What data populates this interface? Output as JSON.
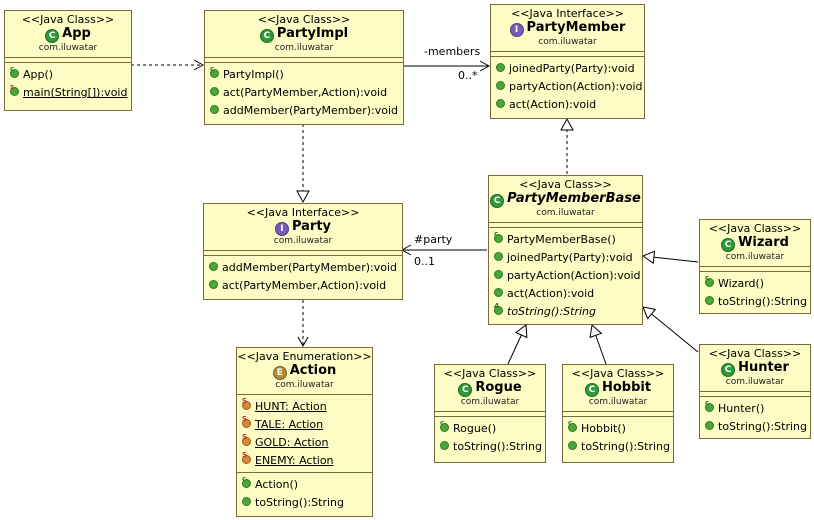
{
  "classes": {
    "app": {
      "stereotype": "<<Java Class>>",
      "name": "App",
      "package": "com.iluwatar",
      "methods": [
        "App()",
        "main(String[]):void"
      ]
    },
    "partyimpl": {
      "stereotype": "<<Java Class>>",
      "name": "PartyImpl",
      "package": "com.iluwatar",
      "methods": [
        "PartyImpl()",
        "act(PartyMember,Action):void",
        "addMember(PartyMember):void"
      ]
    },
    "partymember": {
      "stereotype": "<<Java Interface>>",
      "name": "PartyMember",
      "package": "com.iluwatar",
      "methods": [
        "joinedParty(Party):void",
        "partyAction(Action):void",
        "act(Action):void"
      ]
    },
    "party": {
      "stereotype": "<<Java Interface>>",
      "name": "Party",
      "package": "com.iluwatar",
      "methods": [
        "addMember(PartyMember):void",
        "act(PartyMember,Action):void"
      ]
    },
    "partymemberbase": {
      "stereotype": "<<Java Class>>",
      "name": "PartyMemberBase",
      "package": "com.iluwatar",
      "methods": [
        "PartyMemberBase()",
        "joinedParty(Party):void",
        "partyAction(Action):void",
        "act(Action):void",
        "toString():String"
      ]
    },
    "wizard": {
      "stereotype": "<<Java Class>>",
      "name": "Wizard",
      "package": "com.iluwatar",
      "methods": [
        "Wizard()",
        "toString():String"
      ]
    },
    "hunter": {
      "stereotype": "<<Java Class>>",
      "name": "Hunter",
      "package": "com.iluwatar",
      "methods": [
        "Hunter()",
        "toString():String"
      ]
    },
    "rogue": {
      "stereotype": "<<Java Class>>",
      "name": "Rogue",
      "package": "com.iluwatar",
      "methods": [
        "Rogue()",
        "toString():String"
      ]
    },
    "hobbit": {
      "stereotype": "<<Java Class>>",
      "name": "Hobbit",
      "package": "com.iluwatar",
      "methods": [
        "Hobbit()",
        "toString():String"
      ]
    },
    "action": {
      "stereotype": "<<Java Enumeration>>",
      "name": "Action",
      "package": "com.iluwatar",
      "fields": [
        "HUNT: Action",
        "TALE: Action",
        "GOLD: Action",
        "ENEMY: Action"
      ],
      "methods": [
        "Action()",
        "toString():String"
      ]
    }
  },
  "labels": {
    "members_role": "-members",
    "members_mult": "0..*",
    "party_role": "#party",
    "party_mult": "0..1"
  },
  "icons": {
    "class": "class-icon",
    "interface": "interface-icon",
    "enum": "enum-icon",
    "method": "public-method-icon",
    "field": "static-final-field-icon"
  },
  "colors": {
    "box_fill": "#fcfcc4",
    "box_border": "#7a6a3a",
    "class_icon": "#2f9a3a",
    "interface_icon": "#7a5cb8",
    "enum_icon": "#b08a3a"
  }
}
